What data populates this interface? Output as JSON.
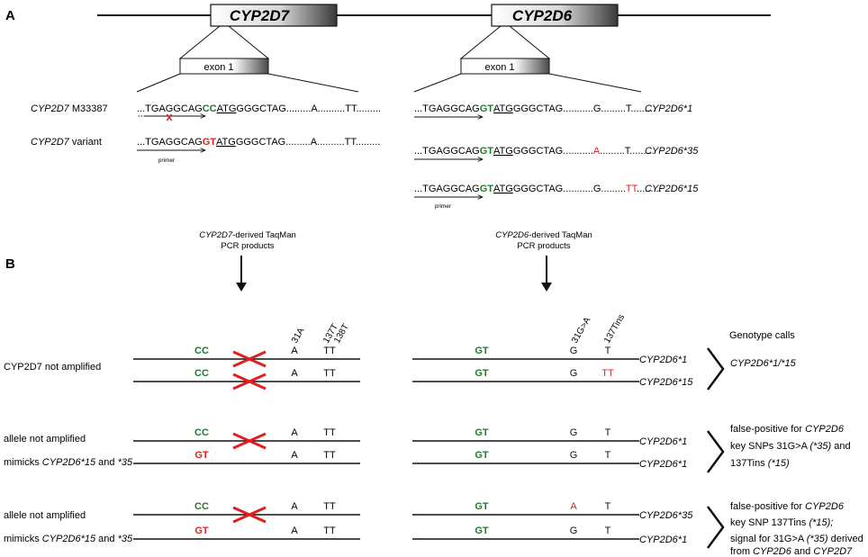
{
  "colors": {
    "green": "#1e7b2e",
    "red": "#e02020",
    "ink": "#111111"
  },
  "panel_labels": {
    "a": "A",
    "b": "B"
  },
  "genes": {
    "left": "CYP2D7",
    "right": "CYP2D6"
  },
  "exon_label": "exon 1",
  "a_left": {
    "row1": {
      "label_italic": "CYP2D7",
      "label_rest": " M33387",
      "pre": "...TGAGGCAG",
      "pair": "CC",
      "atg": "ATG",
      "post": "GGGCTAG.........A..........TT.........",
      "mark": "x"
    },
    "row2": {
      "label_italic": "CYP2D7",
      "label_rest": " variant",
      "pre": "...TGAGGCAG",
      "pair": "GT",
      "atg": "ATG",
      "post": "GGGCTAG.........A..........TT.........",
      "primer": "primer"
    }
  },
  "a_right": {
    "rows": [
      {
        "pre": "...TGAGGCAG",
        "pair": "GT",
        "atg": "ATG",
        "mid": "GGGCTAG...........G",
        "v1": "",
        "dots": ".........",
        "v2": "T",
        "end": ".........",
        "allele": "CYP2D6*1"
      },
      {
        "pre": "...TGAGGCAG",
        "pair": "GT",
        "atg": "ATG",
        "mid": "GGGCTAG...........",
        "v1": "A",
        "dots": ".........",
        "v2": "T",
        "end": ".........",
        "allele": "CYP2D6*35"
      },
      {
        "pre": "...TGAGGCAG",
        "pair": "GT",
        "atg": "ATG",
        "mid": "GGGCTAG...........G",
        "v1": "",
        "dots": ".........",
        "v2": "TT",
        "end": ".........",
        "allele": "CYP2D6*15"
      }
    ],
    "primer": "primer"
  },
  "products": {
    "left": {
      "italic": "CYP2D7",
      "rest": "-derived TaqMan",
      "line2": "PCR products"
    },
    "right": {
      "italic": "CYP2D6",
      "rest": "-derived TaqMan",
      "line2": "PCR products"
    }
  },
  "pos_labels": {
    "l1": "31A",
    "l2": "137T",
    "l3": "138T",
    "r1": "31G>A",
    "r2": "137Tins"
  },
  "genotype_header": "Genotype calls",
  "groups": [
    {
      "left_labels": [
        {
          "parts": [
            {
              "t": "CYP2D7 not amplified",
              "i": false
            }
          ]
        }
      ],
      "left_rows": [
        {
          "pair": "CC",
          "pair_color": "green",
          "a": "A",
          "tt": "TT"
        },
        {
          "pair": "CC",
          "pair_color": "green",
          "a": "A",
          "tt": "TT"
        }
      ],
      "right_rows": [
        {
          "pair": "GT",
          "g": "G",
          "g_color": "ink",
          "t": "T",
          "t_color": "ink",
          "allele": "CYP2D6*1"
        },
        {
          "pair": "GT",
          "g": "G",
          "g_color": "ink",
          "t": "TT",
          "t_color": "red",
          "allele": "CYP2D6*15"
        }
      ],
      "call": [
        [
          {
            "t": "CYP2D6*1/*15",
            "i": true
          }
        ]
      ]
    },
    {
      "left_labels": [
        {
          "parts": [
            {
              "t": "allele not amplified",
              "i": false
            }
          ]
        },
        {
          "parts": [
            {
              "t": "mimicks ",
              "i": false
            },
            {
              "t": "CYP2D6*15",
              "i": true
            },
            {
              "t": " and ",
              "i": false
            },
            {
              "t": "*35",
              "i": true
            }
          ]
        }
      ],
      "left_rows": [
        {
          "pair": "CC",
          "pair_color": "green",
          "a": "A",
          "tt": "TT"
        },
        {
          "pair": "GT",
          "pair_color": "red",
          "a": "A",
          "tt": "TT"
        }
      ],
      "right_rows": [
        {
          "pair": "GT",
          "g": "G",
          "g_color": "ink",
          "t": "T",
          "t_color": "ink",
          "allele": "CYP2D6*1"
        },
        {
          "pair": "GT",
          "g": "G",
          "g_color": "ink",
          "t": "T",
          "t_color": "ink",
          "allele": "CYP2D6*1"
        }
      ],
      "call": [
        [
          {
            "t": "false-positive for ",
            "i": false
          },
          {
            "t": "CYP2D6",
            "i": true
          }
        ],
        [
          {
            "t": "key SNPs 31G>A ",
            "i": false
          },
          {
            "t": "(*35)",
            "i": true
          },
          {
            "t": " and",
            "i": false
          }
        ],
        [
          {
            "t": "137Tins ",
            "i": false
          },
          {
            "t": "(*15)",
            "i": true
          }
        ]
      ]
    },
    {
      "left_labels": [
        {
          "parts": [
            {
              "t": "allele not amplified",
              "i": false
            }
          ]
        },
        {
          "parts": [
            {
              "t": "mimicks ",
              "i": false
            },
            {
              "t": "CYP2D6*15",
              "i": true
            },
            {
              "t": " and ",
              "i": false
            },
            {
              "t": "*35",
              "i": true
            }
          ]
        }
      ],
      "left_rows": [
        {
          "pair": "CC",
          "pair_color": "green",
          "a": "A",
          "tt": "TT"
        },
        {
          "pair": "GT",
          "pair_color": "red",
          "a": "A",
          "tt": "TT"
        }
      ],
      "right_rows": [
        {
          "pair": "GT",
          "g": "A",
          "g_color": "red",
          "t": "T",
          "t_color": "ink",
          "allele": "CYP2D6*35"
        },
        {
          "pair": "GT",
          "g": "G",
          "g_color": "ink",
          "t": "T",
          "t_color": "ink",
          "allele": "CYP2D6*1"
        }
      ],
      "call": [
        [
          {
            "t": "false-positive for ",
            "i": false
          },
          {
            "t": "CYP2D6",
            "i": true
          }
        ],
        [
          {
            "t": "key SNP 137Tins ",
            "i": false
          },
          {
            "t": "(*15);",
            "i": true
          }
        ],
        [
          {
            "t": "signal for 31G>A ",
            "i": false
          },
          {
            "t": "(*35)",
            "i": true
          },
          {
            "t": " derived",
            "i": false
          }
        ],
        [
          {
            "t": "from ",
            "i": false
          },
          {
            "t": "CYP2D6",
            "i": true
          },
          {
            "t": " and ",
            "i": false
          },
          {
            "t": "CYP2D7",
            "i": true
          }
        ]
      ]
    }
  ]
}
